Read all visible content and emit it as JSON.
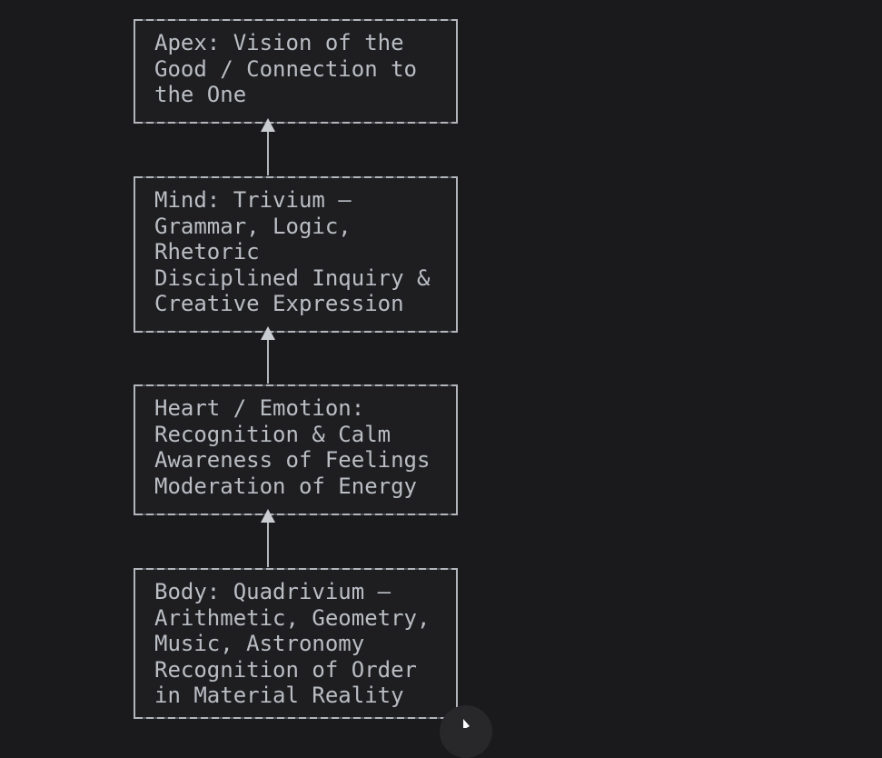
{
  "diagram": {
    "type": "flowchart",
    "direction": "bottom-to-top",
    "nodes": [
      {
        "id": "apex",
        "label": "Apex: Vision of the\nGood / Connection to\nthe One"
      },
      {
        "id": "mind",
        "label": "Mind: Trivium —\nGrammar, Logic,\nRhetoric\nDisciplined Inquiry &\nCreative Expression"
      },
      {
        "id": "heart",
        "label": "Heart / Emotion:\nRecognition & Calm\nAwareness of Feelings\nModeration of Energy"
      },
      {
        "id": "body",
        "label": "Body: Quadrivium —\nArithmetic, Geometry,\nMusic, Astronomy\nRecognition of Order\nin Material Reality"
      }
    ],
    "edges": [
      {
        "from": "body",
        "to": "heart"
      },
      {
        "from": "heart",
        "to": "mind"
      },
      {
        "from": "mind",
        "to": "apex"
      }
    ],
    "colors": {
      "background": "#1a1a1c",
      "node_fill": "#1e1e21",
      "node_border": "#b2b5bb",
      "text": "#babec4",
      "arrow": "#c9ccd1",
      "cursor_halo": "#28282b",
      "cursor": "#ffffff"
    }
  }
}
